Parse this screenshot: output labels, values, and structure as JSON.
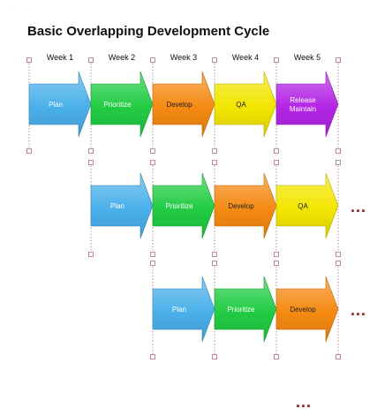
{
  "title": "Basic Overlapping Development Cycle",
  "corner_note": "· · · · · ·",
  "weeks": [
    "Week 1",
    "Week 2",
    "Week 3",
    "Week 4",
    "Week 5"
  ],
  "colors": {
    "plan": "#4ab0ea",
    "prioritize": "#22cc44",
    "develop": "#f58a12",
    "qa": "#f2e600",
    "release": "#b325e6",
    "guide": "#b07080",
    "ellipsis": "#8b1a1a"
  },
  "cycles": [
    {
      "name": "cycle-1",
      "steps": [
        {
          "label": "Plan",
          "kind": "plan",
          "week": 1
        },
        {
          "label": "Prioritize",
          "kind": "prioritize",
          "week": 2
        },
        {
          "label": "Develop",
          "kind": "develop",
          "week": 3
        },
        {
          "label": "QA",
          "kind": "qa",
          "week": 4
        },
        {
          "label": "Release\nMaintain",
          "kind": "release",
          "week": 5
        }
      ]
    },
    {
      "name": "cycle-2",
      "steps": [
        {
          "label": "Plan",
          "kind": "plan",
          "week": 2
        },
        {
          "label": "Prioritize",
          "kind": "prioritize",
          "week": 3
        },
        {
          "label": "Develop",
          "kind": "develop",
          "week": 4
        },
        {
          "label": "QA",
          "kind": "qa",
          "week": 5
        }
      ],
      "continues": "..."
    },
    {
      "name": "cycle-3",
      "steps": [
        {
          "label": "Plan",
          "kind": "plan",
          "week": 3
        },
        {
          "label": "Prioritize",
          "kind": "prioritize",
          "week": 4
        },
        {
          "label": "Develop",
          "kind": "develop",
          "week": 5
        }
      ],
      "continues": "..."
    }
  ],
  "more_cycles": "..."
}
